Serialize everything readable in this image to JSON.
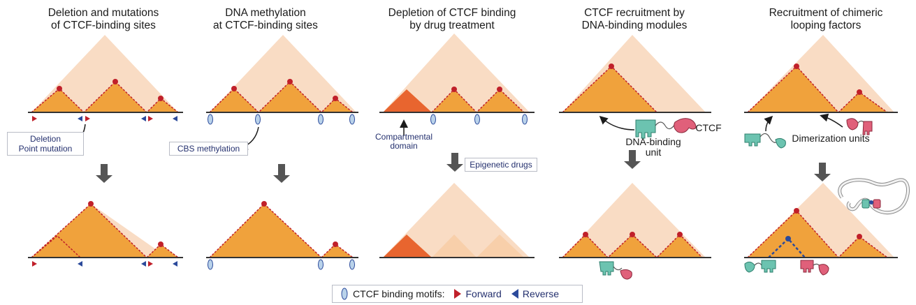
{
  "panels": [
    {
      "title": [
        "Deletion and mutations",
        "of CTCF-binding sites"
      ],
      "callout": [
        "Deletion",
        "Point mutation"
      ]
    },
    {
      "title": [
        "DNA methylation",
        "at CTCF-binding sites"
      ],
      "callout": [
        "CBS methylation"
      ]
    },
    {
      "title": [
        "Depletion of CTCF binding",
        "by drug treatment"
      ],
      "label": [
        "Compartmental",
        "domain"
      ],
      "callout": [
        "Epigenetic drugs"
      ]
    },
    {
      "title": [
        "CTCF recruitment by",
        "DNA-binding modules"
      ],
      "label": [
        "DNA-binding",
        "unit"
      ],
      "ctcf": "CTCF"
    },
    {
      "title": [
        "Recruitment of chimeric",
        "looping factors"
      ],
      "label": [
        "Dimerization units"
      ]
    }
  ],
  "legend": {
    "prefix": "CTCF binding motifs:",
    "forward": "Forward",
    "reverse": "Reverse"
  },
  "colors": {
    "domain_light": "#f9dcc4",
    "domain_orange": "#f0a23c",
    "compartment": "#e8652f",
    "apex_dot": "#c0202a",
    "forward_motif": "#c0202a",
    "reverse_motif": "#2b4a9b",
    "ctcf_oval": "#b9d2ea",
    "teal_protein": "#6cc3b0",
    "pink_protein": "#e0607a"
  },
  "icons": [
    "ctcf-oval-icon",
    "forward-triangle-icon",
    "reverse-triangle-icon",
    "down-arrow-icon"
  ]
}
